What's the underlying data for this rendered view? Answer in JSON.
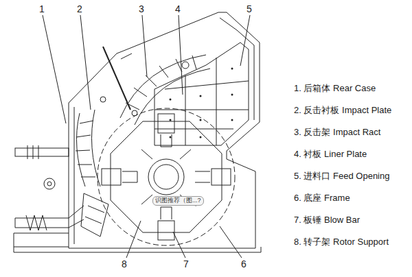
{
  "diagram": {
    "labels": [
      "1",
      "2",
      "3",
      "4",
      "5",
      "识图推荐（图...?",
      "8",
      "7",
      "6",
      "1. 后箱体 Rear Case",
      "2. 反击衬板 Impact Plate",
      "3. 反击架 Impact Ract",
      "4. 衬板  Liner Plate",
      "5. 进料口 Feed Opening",
      "6. 底座 Frame",
      "7. 板锤 Blow Bar",
      "8. 转子架 Rotor Support"
    ]
  }
}
